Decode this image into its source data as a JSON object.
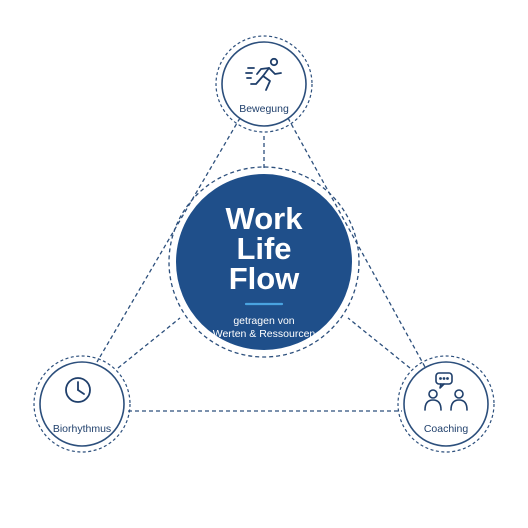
{
  "center": {
    "title_lines": [
      "Work",
      "Life",
      "Flow"
    ],
    "subtitle_lines": [
      "getragen von",
      "Werten & Ressourcen"
    ]
  },
  "nodes": [
    {
      "label": "Bewegung",
      "icon": "running-person-icon"
    },
    {
      "label": "Biorhythmus",
      "icon": "clock-icon"
    },
    {
      "label": "Coaching",
      "icon": "people-chat-icon"
    }
  ],
  "colors": {
    "navy": "#1f4f8a",
    "line": "#2c4f7c",
    "accent": "#4aa3e0",
    "text": "#1f3f6b"
  }
}
